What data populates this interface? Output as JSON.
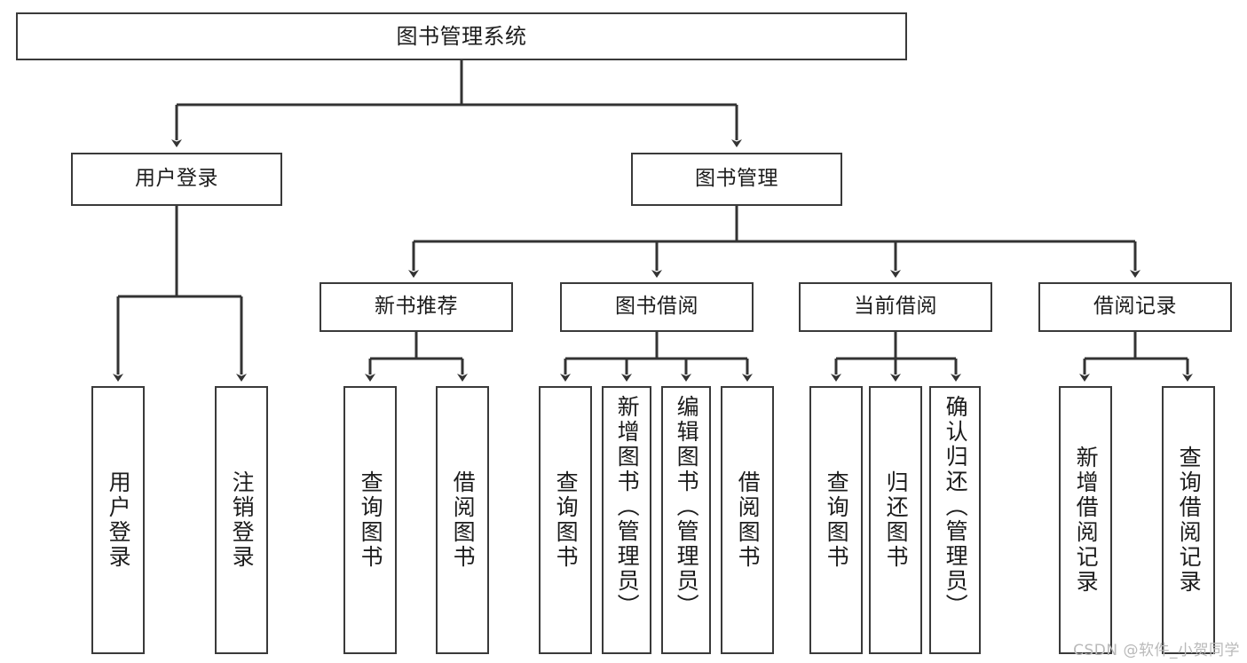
{
  "diagram": {
    "title": "图书管理系统",
    "type": "tree-hierarchy",
    "root": {
      "id": "root",
      "label": "图书管理系统"
    },
    "level2": [
      {
        "id": "user-login",
        "label": "用户登录"
      },
      {
        "id": "book-management",
        "label": "图书管理"
      }
    ],
    "level3": [
      {
        "id": "new-book-recommend",
        "label": "新书推荐",
        "parent": "book-management"
      },
      {
        "id": "book-borrow",
        "label": "图书借阅",
        "parent": "book-management"
      },
      {
        "id": "current-borrow",
        "label": "当前借阅",
        "parent": "book-management"
      },
      {
        "id": "borrow-record",
        "label": "借阅记录",
        "parent": "book-management"
      }
    ],
    "leaves": [
      {
        "id": "leaf-user-login",
        "label": "用户登录",
        "parent": "user-login"
      },
      {
        "id": "leaf-logout-login",
        "label": "注销登录",
        "parent": "user-login"
      },
      {
        "id": "leaf-query-book-1",
        "label": "查询图书",
        "parent": "new-book-recommend"
      },
      {
        "id": "leaf-borrow-book-1",
        "label": "借阅图书",
        "parent": "new-book-recommend"
      },
      {
        "id": "leaf-query-book-2",
        "label": "查询图书",
        "parent": "book-borrow"
      },
      {
        "id": "leaf-add-book",
        "label": "新增图书（管理员）",
        "parent": "book-borrow"
      },
      {
        "id": "leaf-edit-book",
        "label": "编辑图书（管理员）",
        "parent": "book-borrow"
      },
      {
        "id": "leaf-borrow-book-2",
        "label": "借阅图书",
        "parent": "book-borrow"
      },
      {
        "id": "leaf-query-book-3",
        "label": "查询图书",
        "parent": "current-borrow"
      },
      {
        "id": "leaf-return-book",
        "label": "归还图书",
        "parent": "current-borrow"
      },
      {
        "id": "leaf-confirm-return",
        "label": "确认归还（管理员）",
        "parent": "current-borrow"
      },
      {
        "id": "leaf-add-record",
        "label": "新增借阅记录",
        "parent": "borrow-record"
      },
      {
        "id": "leaf-query-record",
        "label": "查询借阅记录",
        "parent": "borrow-record"
      }
    ],
    "colors": {
      "box_border": "#3a3a3a",
      "box_fill": "#ffffff",
      "edge": "#333333",
      "text": "#1c1c1c",
      "watermark": "#b9b9b9",
      "background": "#ffffff"
    }
  },
  "watermark": {
    "text": "CSDN @软件_小贺同学"
  }
}
